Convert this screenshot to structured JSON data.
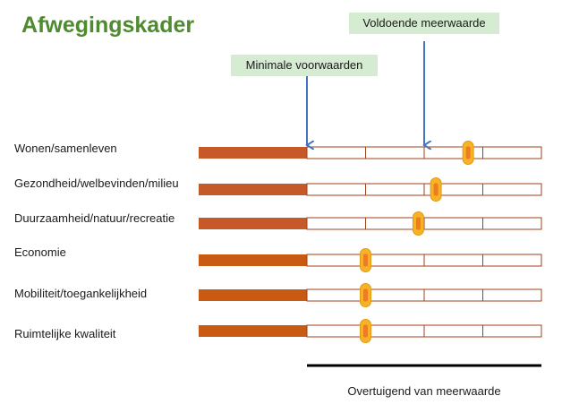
{
  "title": "Afwegingskader",
  "colors": {
    "title": "#4e8a2e",
    "callout_bg": "#d6ecd2",
    "arrow": "#4472c4",
    "bar_fill_upper": "#c55a28",
    "bar_fill_lower": "#c85a11",
    "bar_outline": "#a0421a",
    "marker_fill": "#f5b325",
    "marker_core": "#ef7b22",
    "marker_outline": "#e09a17",
    "footer_line": "#000000"
  },
  "callouts": {
    "minimal": "Minimale voorwaarden",
    "sufficient": "Voldoende meerwaarde"
  },
  "scale": {
    "segments": 4,
    "filled_segments": 1
  },
  "criteria": [
    {
      "label": "Wonen/samenleven",
      "position": 2.75
    },
    {
      "label": "Gezondheid/welbevinden/milieu",
      "position": 2.2
    },
    {
      "label": "Duurzaamheid/natuur/recreatie",
      "position": 1.9
    },
    {
      "label": "Economie",
      "position": 1.0
    },
    {
      "label": "Mobiliteit/toegankelijkheid",
      "position": 1.0
    },
    {
      "label": "Ruimtelijke kwaliteit",
      "position": 1.0
    }
  ],
  "footer": {
    "label": "Overtuigend van meerwaarde"
  }
}
